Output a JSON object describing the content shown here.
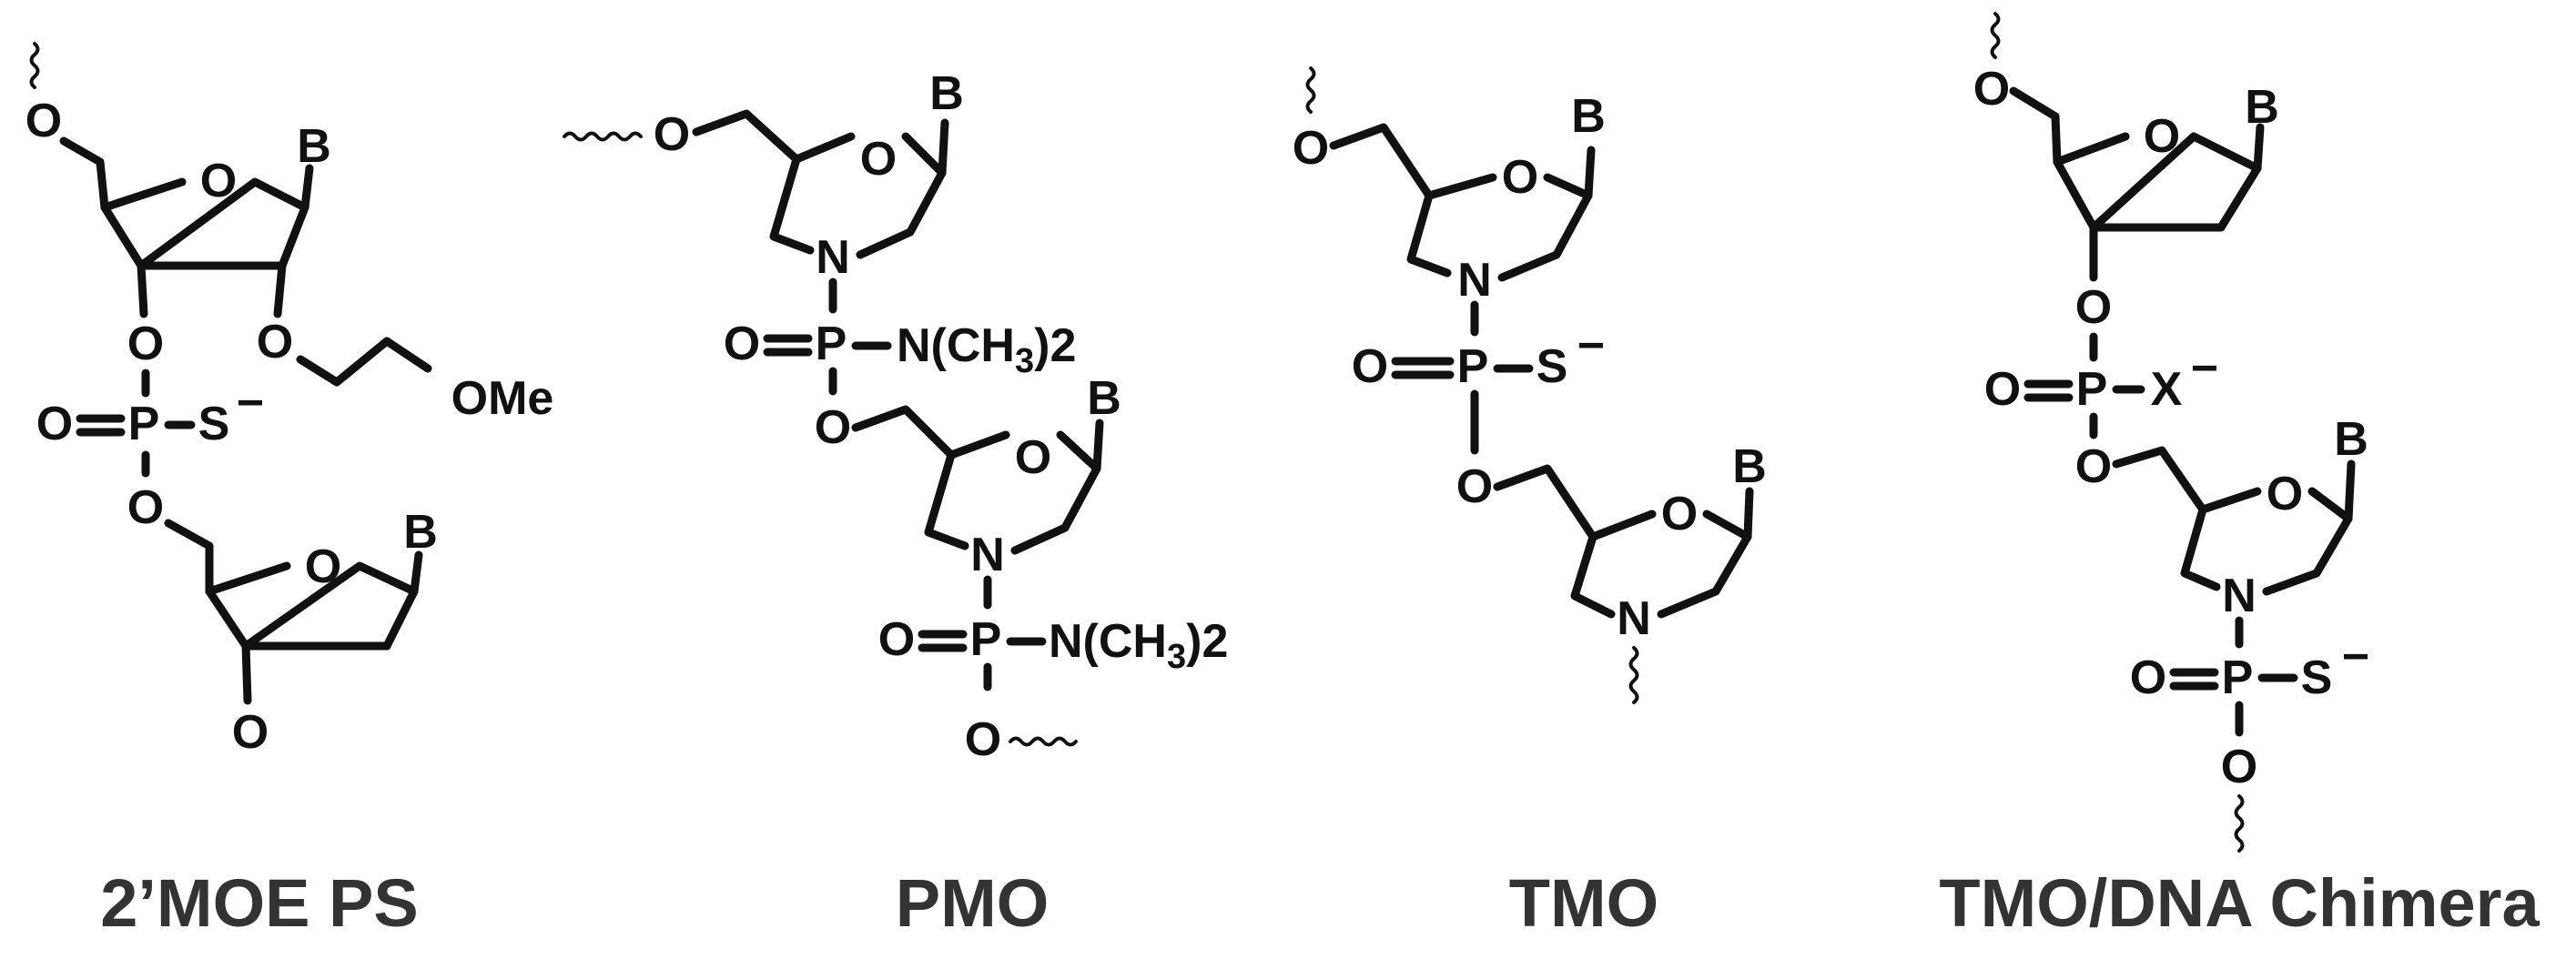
{
  "atoms": {
    "O": "O",
    "B": "B",
    "P": "P",
    "N": "N",
    "S": "S",
    "X": "X",
    "OMe": "OMe",
    "NMe2": "N(CH",
    "sub3": "3",
    "paren2": ")2",
    "minus": "−"
  },
  "captions": {
    "moe": "2’MOE PS",
    "pmo": "PMO",
    "tmo": "TMO",
    "chimera": "TMO/DNA Chimera"
  }
}
